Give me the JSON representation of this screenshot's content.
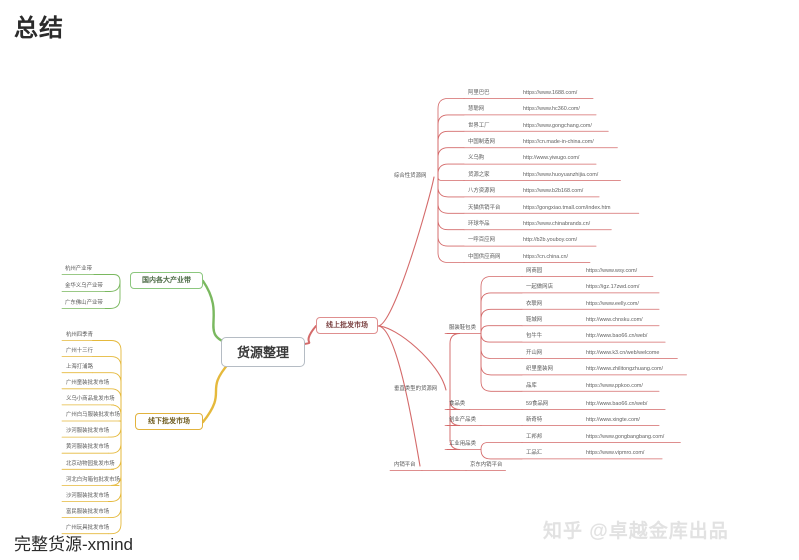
{
  "page": {
    "title": "总结",
    "footer": "完整货源-xmind",
    "watermark": "知乎 @卓越金库出品"
  },
  "colors": {
    "green": "#7ab85f",
    "yellow": "#e5b93c",
    "red": "#d46a6a",
    "root_border": "#b5bcc4",
    "text": "#4a4a4a"
  },
  "mindmap": {
    "root": "货源整理",
    "branches": [
      {
        "id": "domestic-belts",
        "label": "国内各大产业带",
        "color": "green",
        "children": [
          {
            "label": "杭州产业带"
          },
          {
            "label": "金华义乌产业带"
          },
          {
            "label": "广东佛山产业带"
          }
        ]
      },
      {
        "id": "offline-wholesale",
        "label": "线下批发市场",
        "color": "yellow",
        "children": [
          {
            "label": "杭州四季青"
          },
          {
            "label": "广州十三行"
          },
          {
            "label": "上海打浦路"
          },
          {
            "label": "广州童装批发市场"
          },
          {
            "label": "义乌小商品批发市场"
          },
          {
            "label": "广州白马服装批发市场"
          },
          {
            "label": "沙河服装批发市场"
          },
          {
            "label": "黄河服装批发市场"
          },
          {
            "label": "北京动物园批发市场"
          },
          {
            "label": "河北白沟箱包批发市场"
          },
          {
            "label": "沙河服装批发市场"
          },
          {
            "label": "富民服装批发市场"
          },
          {
            "label": "广州玩具批发市场"
          }
        ]
      },
      {
        "id": "online-wholesale",
        "label": "线上批发市场",
        "color": "red",
        "groups": [
          {
            "label": "综合性货源网",
            "items": [
              {
                "name": "阿里巴巴",
                "url": "https://www.1688.com/"
              },
              {
                "name": "慧聪网",
                "url": "https://www.hc360.com/"
              },
              {
                "name": "世界工厂",
                "url": "https://www.gongchang.com/"
              },
              {
                "name": "中国制造网",
                "url": "https://cn.made-in-china.com/"
              },
              {
                "name": "义乌购",
                "url": "http://www.yiwugo.com/"
              },
              {
                "name": "货源之家",
                "url": "https://www.huoyuanzhijia.com/"
              },
              {
                "name": "八方资源网",
                "url": "https://www.b2b168.com/"
              },
              {
                "name": "天猫供销平台",
                "url": "https://gongxiao.tmall.com/index.htm"
              },
              {
                "name": "环球华品",
                "url": "https://www.chinabrands.cn/"
              },
              {
                "name": "一呼百应网",
                "url": "http://b2b.youboy.com/"
              },
              {
                "name": "中国供应商网",
                "url": "https://cn.china.cn/"
              }
            ]
          },
          {
            "label": "垂直类型的货源网",
            "subgroups": [
              {
                "label": "服装鞋包类",
                "items": [
                  {
                    "name": "网商园",
                    "url": "https://www.wsy.com/"
                  },
                  {
                    "name": "一起做网店",
                    "url": "https://igz.17zwd.com/"
                  },
                  {
                    "name": "衣联网",
                    "url": "https://www.eelly.com/"
                  },
                  {
                    "name": "鞋城网",
                    "url": "http://www.chnsku.com/"
                  },
                  {
                    "name": "包牛牛",
                    "url": "http://www.bao66.cn/web/"
                  },
                  {
                    "name": "开山网",
                    "url": "http://www.k3.cn/web/welcome"
                  },
                  {
                    "name": "织里童装网",
                    "url": "http://www.zhilitongzhuang.com/"
                  },
                  {
                    "name": "品库",
                    "url": "https://www.ppkoo.com/"
                  }
                ]
              },
              {
                "label": "食品类",
                "items": [
                  {
                    "name": "59食品网",
                    "url": "http://www.bao66.cn/web/"
                  }
                ]
              },
              {
                "label": "创业产品类",
                "items": [
                  {
                    "name": "新奇特",
                    "url": "http://www.xingte.com/"
                  }
                ]
              },
              {
                "label": "工业用品类",
                "items": [
                  {
                    "name": "工邦邦",
                    "url": "https://www.gongbangbang.com/"
                  },
                  {
                    "name": "工品汇",
                    "url": "https://www.vipmro.com/"
                  }
                ]
              }
            ]
          },
          {
            "label": "内销平台",
            "items": [
              {
                "name": "京东内销平台",
                "url": ""
              }
            ]
          }
        ]
      }
    ]
  }
}
